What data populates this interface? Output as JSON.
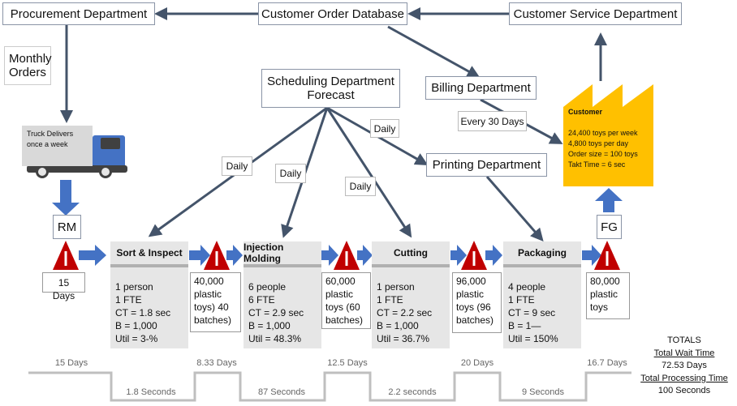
{
  "departments": {
    "procurement": "Procurement Department",
    "customer_order_db": "Customer Order Database",
    "customer_service": "Customer Service Department",
    "scheduling": "Scheduling Department Forecast",
    "billing": "Billing Department",
    "printing": "Printing Department"
  },
  "monthly_orders": "Monthly Orders",
  "truck_text": "Truck Delivers once a week",
  "rm": "RM",
  "fg": "FG",
  "info_labels": {
    "daily": "Daily",
    "every_30_days": "Every 30  Days"
  },
  "customer": {
    "title": "Customer",
    "lines": [
      "24,400 toys per week",
      "4,800 toys per day",
      "Order size = 100 toys",
      "Takt Time = 6 sec"
    ]
  },
  "processes": [
    {
      "name": "Sort & Inspect",
      "lines": [
        "1 person",
        "1 FTE",
        "CT = 1.8 sec",
        "B = 1,000",
        "Util = 3-%"
      ]
    },
    {
      "name": "Injection Molding",
      "lines": [
        "6 people",
        "6 FTE",
        "CT = 2.9 sec",
        "B = 1,000",
        "Util = 48.3%"
      ]
    },
    {
      "name": "Cutting",
      "lines": [
        "1 person",
        "1 FTE",
        "CT = 2.2 sec",
        "B = 1,000",
        "Util = 36.7%"
      ]
    },
    {
      "name": "Packaging",
      "lines": [
        "4 people",
        "1 FTE",
        "CT = 9 sec",
        "B = 1—",
        "Util = 150%"
      ]
    }
  ],
  "inventory": [
    "15 Days",
    "40,000 plastic toys) 40 batches)",
    "60,000 plastic toys (60 batches)",
    "96,000 plastic toys (96 batches)",
    "80,000 plastic toys"
  ],
  "timeline": {
    "wait": [
      "15 Days",
      "8.33 Days",
      "12.5 Days",
      "20  Days",
      "16.7 Days"
    ],
    "process": [
      "1.8 Seconds",
      "87 Seconds",
      "2.2 seconds",
      "9  Seconds"
    ]
  },
  "totals": {
    "title": "TOTALS",
    "wait_label": "Total Wait Time",
    "wait_value": "72.53 Days",
    "proc_label": "Total Processing Time",
    "proc_value": "100 Seconds"
  },
  "colors": {
    "push_arrow": "#4472c4",
    "inventory_triangle": "#c00000",
    "customer": "#ffc000",
    "info_arrow": "#44546a"
  }
}
